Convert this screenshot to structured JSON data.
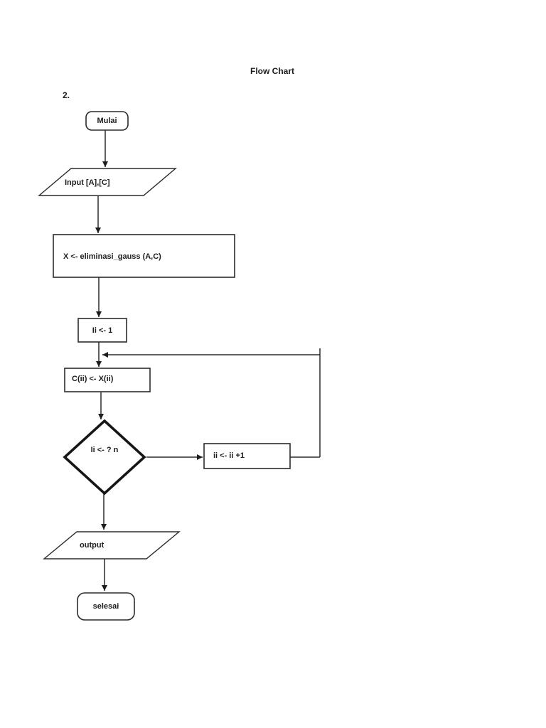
{
  "page": {
    "title": "Flow Chart",
    "list_marker": "2.",
    "background": "#ffffff"
  },
  "flowchart": {
    "colors": {
      "stroke": "#2b2b2b",
      "text": "#1c1c1c",
      "fill": "#ffffff"
    },
    "nodes": [
      {
        "id": "start",
        "type": "terminator",
        "label": "Mulai"
      },
      {
        "id": "input",
        "type": "io-parallelogram",
        "label": "Input [A],[C]"
      },
      {
        "id": "process1",
        "type": "process",
        "label": "X <- eliminasi_gauss (A,C)"
      },
      {
        "id": "init",
        "type": "process",
        "label": "Ii <- 1"
      },
      {
        "id": "assign",
        "type": "process",
        "label": "C(ii) <- X(ii)"
      },
      {
        "id": "decision",
        "type": "decision",
        "label": "Ii <- ? n"
      },
      {
        "id": "increment",
        "type": "process",
        "label": "ii <- ii +1"
      },
      {
        "id": "output",
        "type": "io-parallelogram",
        "label": "output"
      },
      {
        "id": "end",
        "type": "terminator",
        "label": "selesai"
      }
    ],
    "edges": [
      {
        "from": "start",
        "to": "input"
      },
      {
        "from": "input",
        "to": "process1"
      },
      {
        "from": "process1",
        "to": "init"
      },
      {
        "from": "init",
        "to": "assign"
      },
      {
        "from": "assign",
        "to": "decision"
      },
      {
        "from": "decision",
        "to": "increment"
      },
      {
        "from": "increment",
        "to": "assign",
        "note": "loop back"
      },
      {
        "from": "decision",
        "to": "output"
      },
      {
        "from": "output",
        "to": "end"
      }
    ]
  }
}
